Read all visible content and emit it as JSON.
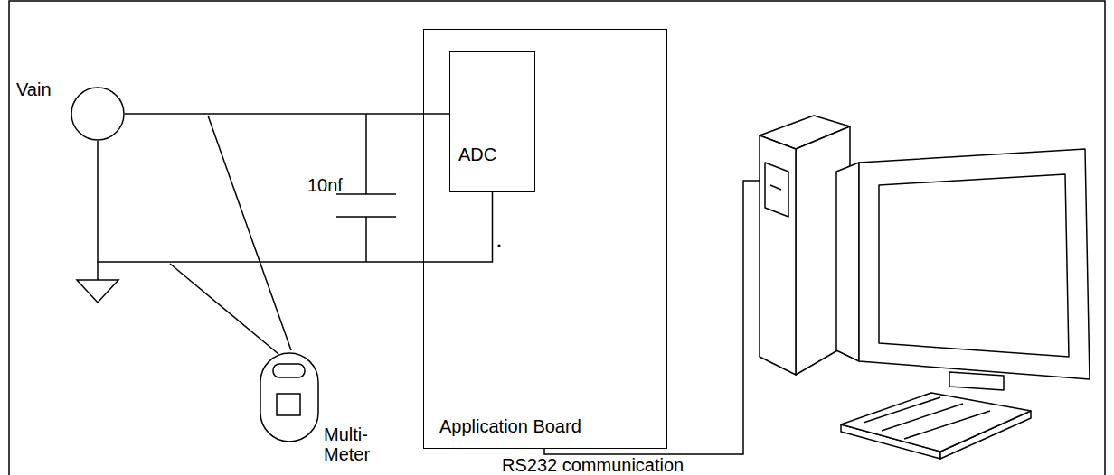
{
  "diagram": {
    "nodes": [
      {
        "text": [
          "Vain"
        ]
      },
      {
        "text": [
          "Application Board"
        ]
      },
      {
        "text": [
          "ADC"
        ],
        "in": 1
      },
      {
        "text": [
          "Multi- Meter"
        ]
      }
    ],
    "edges": [
      {
        "from": 0,
        "to": 2,
        "arrow": "none"
      },
      {
        "from": 0,
        "to": 2,
        "arrow": "none"
      }
    ],
    "labels": [
      "10nf",
      "RS232 communication"
    ]
  }
}
